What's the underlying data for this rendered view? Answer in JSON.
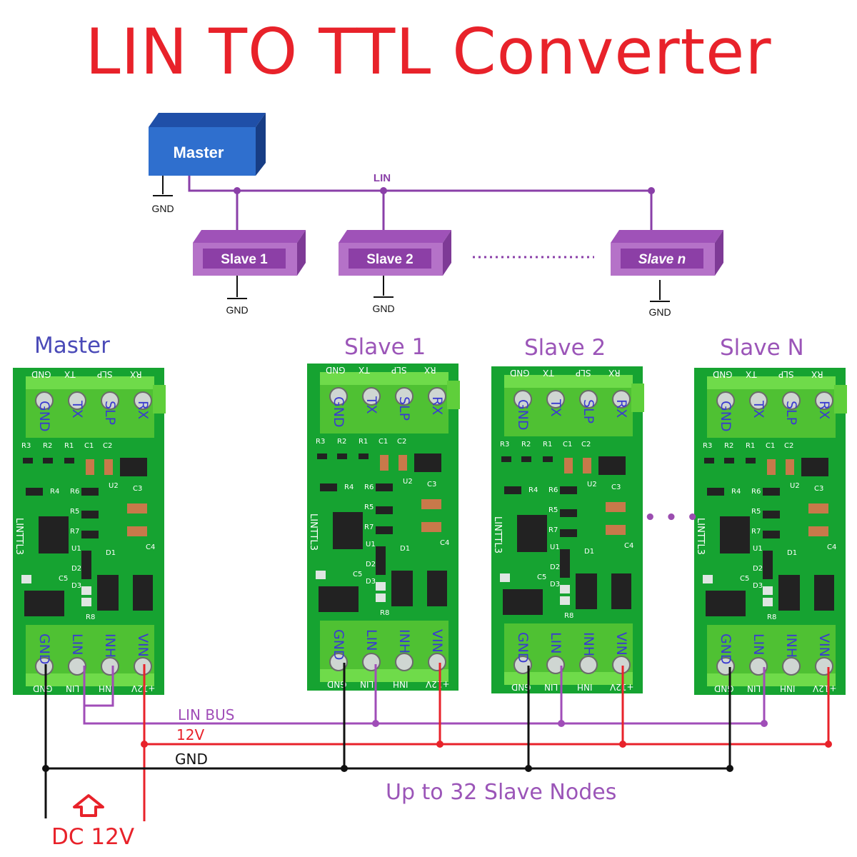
{
  "title": "LIN TO TTL Converter",
  "topology": {
    "master": "Master",
    "bus_label": "LIN",
    "slaves": [
      "Slave 1",
      "Slave 2",
      "Slave n"
    ],
    "gnd": "GND"
  },
  "boards": {
    "labels": [
      "Master",
      "Slave 1",
      "Slave 2",
      "Slave N"
    ],
    "top_pins": [
      "GND",
      "TX",
      "SLP",
      "RX"
    ],
    "bottom_pins": [
      "GND",
      "LIN",
      "INH",
      "VIN"
    ],
    "silk_top": [
      "GND",
      "TX",
      "SLP",
      "RX"
    ],
    "silk_bottom": [
      "GND",
      "LIN",
      "INH",
      "+12V"
    ],
    "board_name": "LINTTL3",
    "components": [
      "R3",
      "R2",
      "R1",
      "C1",
      "C2",
      "U2",
      "C3",
      "R4",
      "R6",
      "R5",
      "R7",
      "U1",
      "D1",
      "D2",
      "D3",
      "C4",
      "C5",
      "R8"
    ],
    "ellipsis": "• • •"
  },
  "wiring": {
    "lin_bus": "LIN BUS",
    "v12": "12V",
    "gnd": "GND",
    "note": "Up to 32 Slave Nodes",
    "power": "DC 12V"
  },
  "colors": {
    "title": "#e8222a",
    "master_box": "#2f6fce",
    "slave_box": "#b572c8",
    "lin_wire": "#9b4db0",
    "v12_wire": "#e8222a",
    "gnd_wire": "#111111",
    "pcb": "#16a331",
    "terminal": "#5fcf3b",
    "label_master": "#4a4ab8",
    "label_slave": "#9b55b8"
  }
}
